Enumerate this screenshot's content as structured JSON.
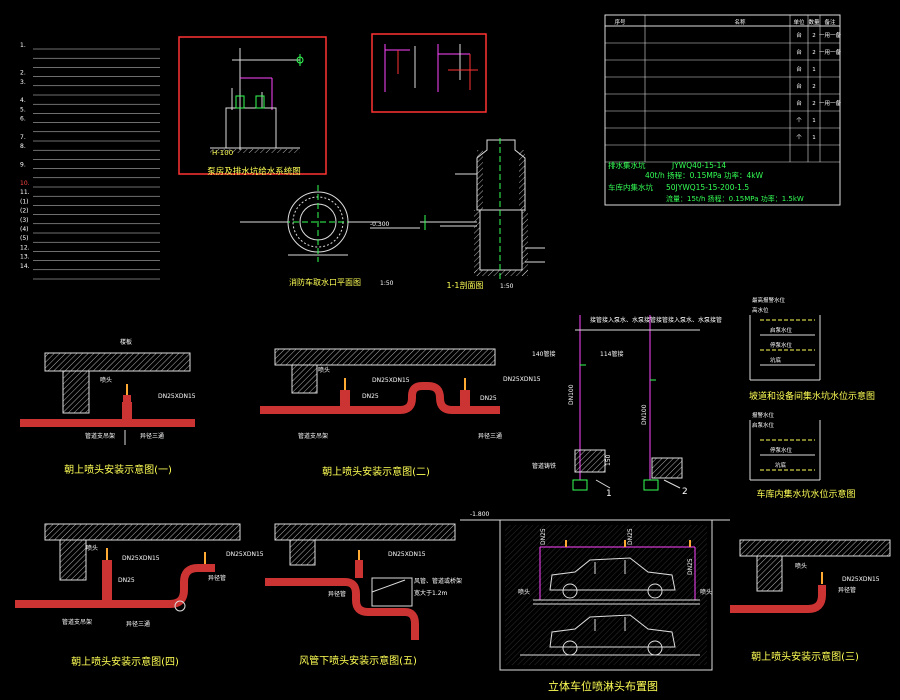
{
  "notes": {
    "lines": [
      "1.",
      "",
      "",
      "2.",
      "3.",
      "",
      "4.",
      "5.",
      "6.",
      "",
      "7.",
      "8.",
      "",
      "9.",
      "",
      "10.",
      "11.",
      "(1)",
      "(2)",
      "(3)",
      "(4)",
      "(5)",
      "12.",
      "13.",
      "14.",
      ""
    ]
  },
  "pump_room": {
    "title": "泵房及排水坑给水系统图",
    "label": "H-100"
  },
  "pipe_legend_box": {
    "left_caption": "",
    "right_caption": ""
  },
  "plan_view": {
    "title": "消防车取水口平面图",
    "scale": "1:50"
  },
  "section_view": {
    "title": "1-1剖面图",
    "scale": "1:50",
    "elev": "-0.300"
  },
  "equip_table": {
    "title": "",
    "col_no": "序号",
    "col_name": "名称",
    "col_unit": "单位",
    "col_qty": "数量",
    "col_note": "备注",
    "rows": [
      {
        "name": "",
        "spec": "",
        "unit": "台",
        "qty": "2",
        "note": "一用一备"
      },
      {
        "name": "",
        "spec": "",
        "unit": "台",
        "qty": "2",
        "note": "一用一备"
      },
      {
        "name": "",
        "spec": "",
        "unit": "台",
        "qty": "1",
        "note": ""
      },
      {
        "name": "",
        "spec": "",
        "unit": "台",
        "qty": "2",
        "note": ""
      },
      {
        "name": "",
        "spec": "",
        "unit": "台",
        "qty": "2",
        "note": "一用一备"
      },
      {
        "name": "",
        "spec": "",
        "unit": "个",
        "qty": "1",
        "note": ""
      },
      {
        "name": "",
        "spec": "",
        "unit": "个",
        "qty": "1",
        "note": ""
      },
      {
        "name": "",
        "spec": "",
        "unit": "",
        "qty": "",
        "note": ""
      }
    ],
    "pump1_label": "排水集水坑",
    "pump1_spec_a": "JYWQ40-15-14",
    "pump1_spec_b": "40t/h  扬程：0.15MPa  功率：4kW",
    "pump2_label": "车库内集水坑",
    "pump2_spec_a": "50JYWQ15-15-200-1.5",
    "pump2_spec_b": "流量：15t/h  扬程：0.15MPa  功率：1.5kW"
  },
  "fig1": {
    "title": "朝上喷头安装示意图(一)",
    "lbl_a": "DN25XDN15",
    "lbl_b": "喷头",
    "lbl_c": "异径三通",
    "lbl_d": "管道支吊架",
    "lbl_e": "楼板"
  },
  "fig2": {
    "title": "朝上喷头安装示意图(二)",
    "lbl_a": "DN25XDN15",
    "lbl_b": "DN25XDN15",
    "lbl_c": "DN25",
    "lbl_d": "DN25",
    "lbl_e": "异径三通",
    "lbl_f": "管道支吊架",
    "lbl_g": "喷头"
  },
  "fig3": {
    "title": "朝上喷头安装示意图(三)",
    "lbl_a": "DN25XDN15",
    "lbl_b": "异径管",
    "lbl_c": "喷头"
  },
  "fig4": {
    "title": "朝上喷头安装示意图(四)",
    "lbl_a": "DN25XDN15",
    "lbl_b": "DN25XDN15",
    "lbl_c": "DN25",
    "lbl_d": "异径管",
    "lbl_e": "异径三通",
    "lbl_f": "管道支吊架",
    "lbl_g": "喷头"
  },
  "fig5": {
    "title": "风管下喷头安装示意图(五)",
    "lbl_a": "DN25XDN15",
    "lbl_b": "风管、管道或桥架",
    "lbl_c": "宽大于1.2m",
    "lbl_d": "异径管"
  },
  "riser": {
    "top_a": "接管接入泵水、水泵接管",
    "top_b": "接管接入泵水、水泵接管",
    "lbl_140": "140管接",
    "lbl_114": "114管接",
    "dn_a": "DN100",
    "dn_b": "DN100",
    "num_1": "1",
    "num_2": "2",
    "lbl_bottom": "管道铸铁",
    "lbl_150": "150"
  },
  "level_a": {
    "title": "坡道和设备间集水坑水位示意图",
    "l1": "最高报警水位",
    "l2": "高水位",
    "l3": "启泵水位",
    "l4": "停泵水位",
    "l5": "坑底"
  },
  "level_b": {
    "title": "车库内集水坑水位示意图",
    "l1": "报警水位",
    "l2": "启泵水位",
    "l3": "停泵水位",
    "l4": "坑底"
  },
  "parking": {
    "title": "立体车位喷淋头布置图",
    "elev": "-1.800",
    "dn_a": "DN25",
    "dn_b": "DN25",
    "dn_c": "DN25",
    "lbl_a": "喷头",
    "lbl_b": "喷头"
  }
}
